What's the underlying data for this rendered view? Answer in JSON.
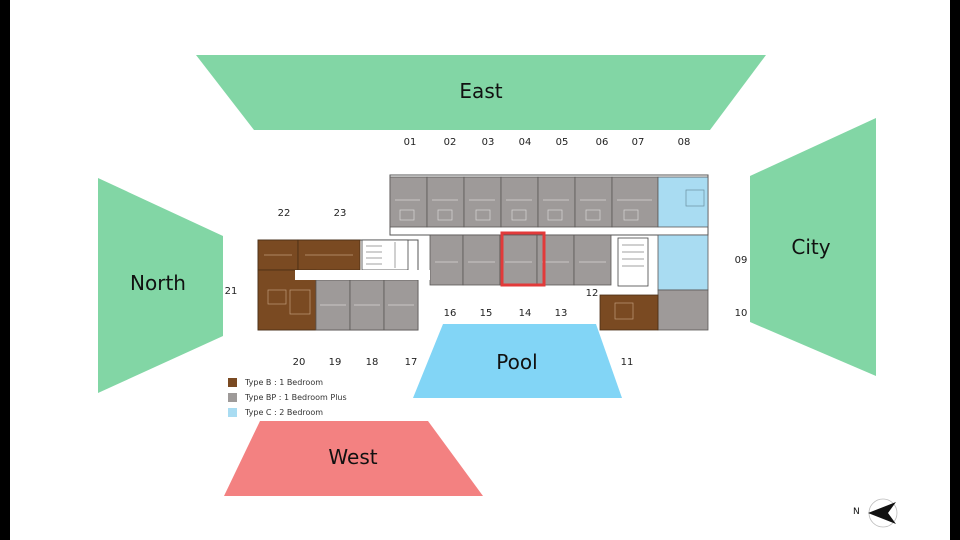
{
  "directions": {
    "east": "East",
    "west": "West",
    "north": "North",
    "city": "City",
    "pool": "Pool"
  },
  "unit_numbers_top": [
    "01",
    "02",
    "03",
    "04",
    "05",
    "06",
    "07",
    "08"
  ],
  "unit_numbers_left_top": [
    "22",
    "23"
  ],
  "unit_numbers_bottom_left": [
    "20",
    "19",
    "18",
    "17"
  ],
  "unit_numbers_bottom_mid": [
    "16",
    "15",
    "14",
    "13"
  ],
  "unit_numbers_side": {
    "u21": "21",
    "u09": "09",
    "u10": "10",
    "u11": "11",
    "u12": "12"
  },
  "legend": [
    {
      "label": "Type B : 1 Bedroom",
      "color": "#7a4a22"
    },
    {
      "label": "Type BP : 1 Bedroom Plus",
      "color": "#9e9a99"
    },
    {
      "label": "Type C : 2 Bedroom",
      "color": "#a9dcf2"
    }
  ],
  "compass_label": "N",
  "colors": {
    "green": "#82d6a5",
    "pool": "#82d5f6",
    "west": "#f38181",
    "highlight": "#e23a3a"
  }
}
